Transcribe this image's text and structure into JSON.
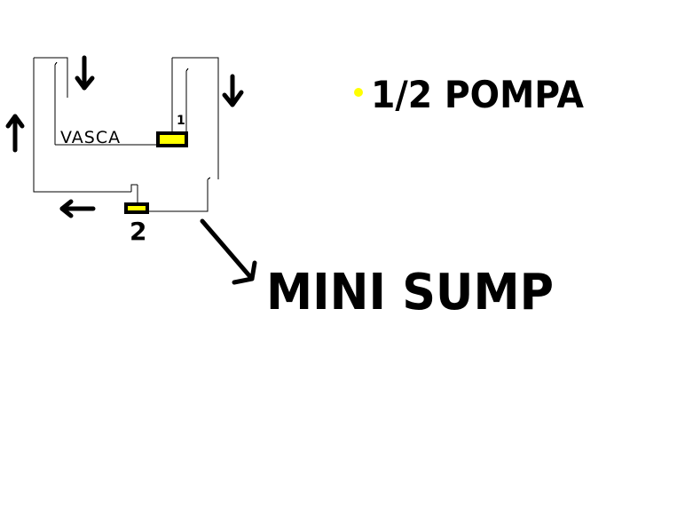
{
  "diagram": {
    "tank_label": "VASCA",
    "pump_1_label": "1",
    "pump_2_label": "2",
    "legend_text": "1/2 POMPA",
    "sump_label": "MINI SUMP",
    "colors": {
      "pump_fill": "#ffff00",
      "ink": "#000000",
      "background": "#ffffff"
    },
    "icons": {
      "flow_up": "arrow-up-icon",
      "flow_down_left": "arrow-down-icon",
      "flow_down_right": "arrow-down-icon",
      "flow_left": "arrow-left-icon",
      "sump_pointer": "arrow-diagonal-icon",
      "legend_marker": "yellow-dot-icon"
    }
  }
}
